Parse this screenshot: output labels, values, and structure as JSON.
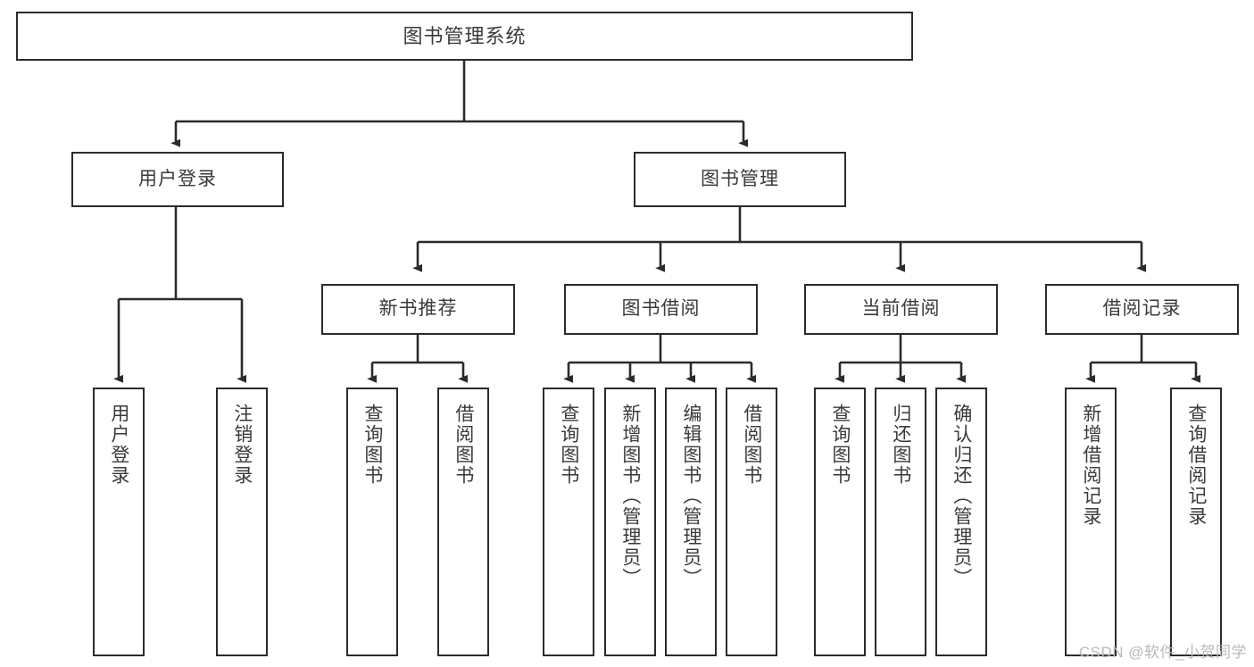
{
  "diagram": {
    "type": "tree-hierarchy-chart",
    "title": "图书管理系统",
    "watermark": "CSDN @软件_小贺同学",
    "colors": {
      "box_border": "#2b2b2b",
      "box_fill": "#ffffff",
      "connector": "#2b2b2b",
      "text": "#3a3a3a",
      "watermark": "#b9b9b9"
    },
    "levels": {
      "root": "图书管理系统",
      "level2": [
        "用户登录",
        "图书管理"
      ],
      "level3": [
        "新书推荐",
        "图书借阅",
        "当前借阅",
        "借阅记录"
      ]
    },
    "nodes": {
      "root": {
        "label": "图书管理系统"
      },
      "user_login": {
        "label": "用户登录"
      },
      "book_manage": {
        "label": "图书管理"
      },
      "new_book_rec": {
        "label": "新书推荐"
      },
      "book_borrow": {
        "label": "图书借阅"
      },
      "current_borrow": {
        "label": "当前借阅"
      },
      "borrow_record": {
        "label": "借阅记录"
      },
      "leaf_1": {
        "label": "用户登录"
      },
      "leaf_2": {
        "label": "注销登录"
      },
      "leaf_3": {
        "label": "查询图书"
      },
      "leaf_4": {
        "label": "借阅图书"
      },
      "leaf_5": {
        "label": "查询图书"
      },
      "leaf_6": {
        "label": "新增图书（管理员）"
      },
      "leaf_7": {
        "label": "编辑图书（管理员）"
      },
      "leaf_8": {
        "label": "借阅图书"
      },
      "leaf_9": {
        "label": "查询图书"
      },
      "leaf_10": {
        "label": "归还图书"
      },
      "leaf_11": {
        "label": "确认归还（管理员）"
      },
      "leaf_12": {
        "label": "新增借阅记录"
      },
      "leaf_13": {
        "label": "查询借阅记录"
      }
    },
    "edges": [
      {
        "from": "root",
        "to": "user_login"
      },
      {
        "from": "root",
        "to": "book_manage"
      },
      {
        "from": "user_login",
        "to": "leaf_1"
      },
      {
        "from": "user_login",
        "to": "leaf_2"
      },
      {
        "from": "book_manage",
        "to": "new_book_rec"
      },
      {
        "from": "book_manage",
        "to": "book_borrow"
      },
      {
        "from": "book_manage",
        "to": "current_borrow"
      },
      {
        "from": "book_manage",
        "to": "borrow_record"
      },
      {
        "from": "new_book_rec",
        "to": "leaf_3"
      },
      {
        "from": "new_book_rec",
        "to": "leaf_4"
      },
      {
        "from": "book_borrow",
        "to": "leaf_5"
      },
      {
        "from": "book_borrow",
        "to": "leaf_6"
      },
      {
        "from": "book_borrow",
        "to": "leaf_7"
      },
      {
        "from": "book_borrow",
        "to": "leaf_8"
      },
      {
        "from": "current_borrow",
        "to": "leaf_9"
      },
      {
        "from": "current_borrow",
        "to": "leaf_10"
      },
      {
        "from": "current_borrow",
        "to": "leaf_11"
      },
      {
        "from": "borrow_record",
        "to": "leaf_12"
      },
      {
        "from": "borrow_record",
        "to": "leaf_13"
      }
    ]
  }
}
